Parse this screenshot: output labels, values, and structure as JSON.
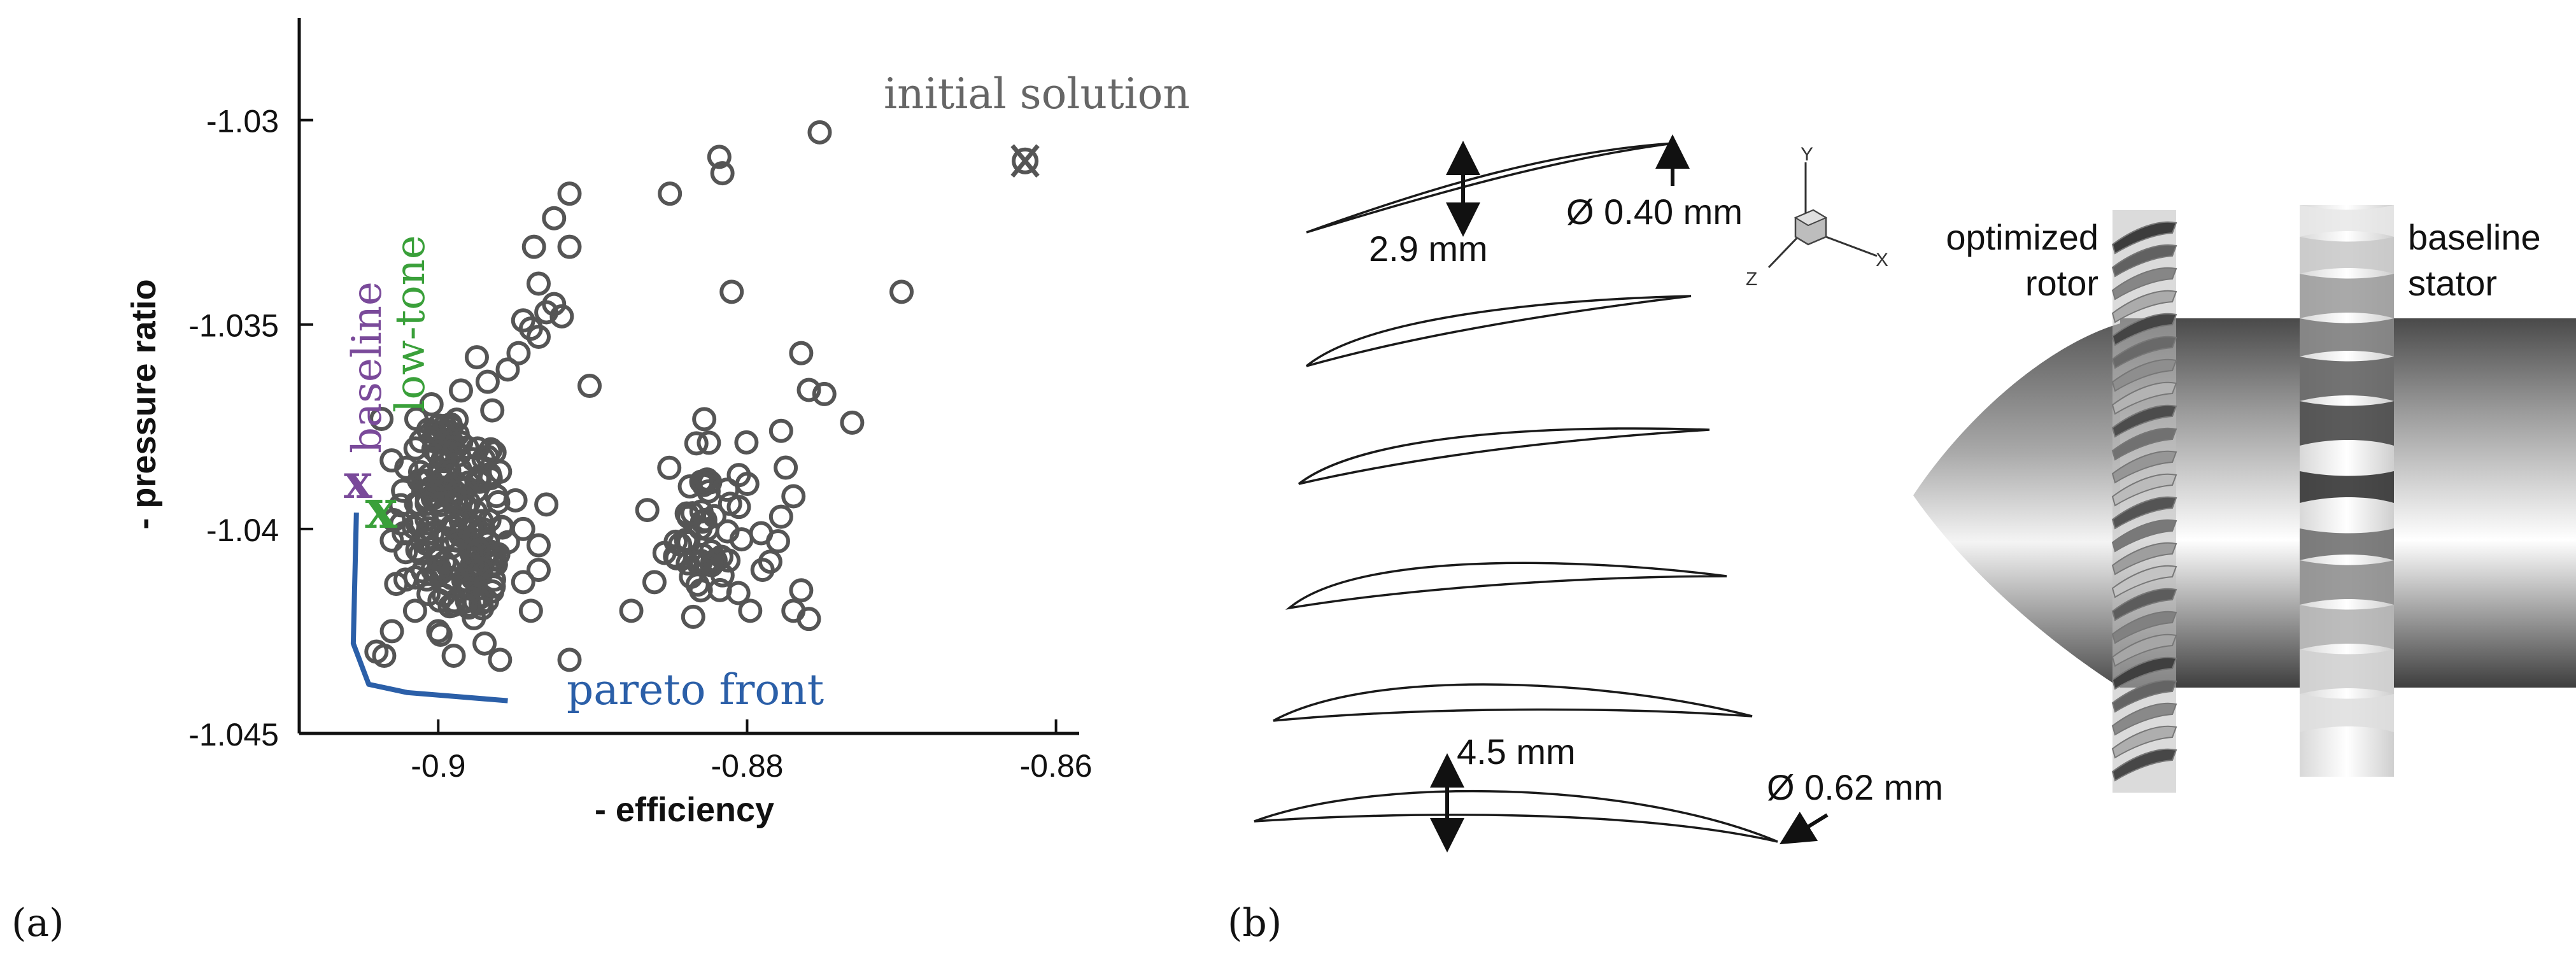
{
  "panel_a": {
    "label": "(a)",
    "xlabel": "- efficiency",
    "ylabel": "- pressure ratio",
    "annotations": {
      "initial_solution": "initial solution",
      "baseline": "baseline",
      "low_tone": "low-tone",
      "pareto_front": "pareto front",
      "baseline_marker": "x",
      "low_tone_marker": "x",
      "initial_marker": "x"
    },
    "colors": {
      "points": "#555555",
      "baseline": "#7a4a9a",
      "low_tone": "#3aa03a",
      "pareto": "#2b5fa8",
      "initial_label": "#666666"
    }
  },
  "chart_data": {
    "type": "scatter",
    "xlim": [
      -0.909,
      -0.8585
    ],
    "ylim": [
      -1.045,
      -1.0275
    ],
    "xticks": [
      -0.9,
      -0.88,
      -0.86
    ],
    "xtick_labels": [
      "-0.9",
      "-0.88",
      "-0.86"
    ],
    "yticks": [
      -1.03,
      -1.035,
      -1.04,
      -1.045
    ],
    "ytick_labels": [
      "-1.03",
      "-1.035",
      "-1.04",
      "-1.045"
    ],
    "xlabel": "- efficiency",
    "ylabel": "- pressure ratio",
    "grid": false,
    "series": [],
    "initial_solution": {
      "x": -0.862,
      "y": -1.031
    },
    "baseline": {
      "x": -0.9052,
      "y": -1.0389
    },
    "low_tone": {
      "x": -0.9037,
      "y": -1.0396
    },
    "pareto_front": [
      {
        "x": -0.9053,
        "y": -1.0396
      },
      {
        "x": -0.9055,
        "y": -1.0428
      },
      {
        "x": -0.9045,
        "y": -1.0438
      },
      {
        "x": -0.902,
        "y": -1.044
      },
      {
        "x": -0.8955,
        "y": -1.0442
      }
    ],
    "point_groups": [
      {
        "cx": -0.8993,
        "cy": -1.0397,
        "sx": 0.0018,
        "sy": 0.0011,
        "n": 120
      },
      {
        "cx": -0.8978,
        "cy": -1.041,
        "sx": 0.0013,
        "sy": 0.0007,
        "n": 50
      },
      {
        "cx": -0.8995,
        "cy": -1.038,
        "sx": 0.0012,
        "sy": 0.0006,
        "n": 30
      },
      {
        "cx": -0.8827,
        "cy": -1.0398,
        "sx": 0.0013,
        "sy": 0.0011,
        "n": 55
      }
    ],
    "points": [
      [
        -0.8975,
        -1.0358
      ],
      [
        -0.8968,
        -1.0364
      ],
      [
        -0.8965,
        -1.0371
      ],
      [
        -0.8955,
        -1.0361
      ],
      [
        -0.8948,
        -1.0357
      ],
      [
        -0.894,
        -1.0351
      ],
      [
        -0.8935,
        -1.0353
      ],
      [
        -0.893,
        -1.0347
      ],
      [
        -0.8925,
        -1.0345
      ],
      [
        -0.892,
        -1.0348
      ],
      [
        -0.8902,
        -1.0365
      ],
      [
        -0.8915,
        -1.0318
      ],
      [
        -0.8925,
        -1.0324
      ],
      [
        -0.8915,
        -1.0331
      ],
      [
        -0.8938,
        -1.0331
      ],
      [
        -0.8935,
        -1.034
      ],
      [
        -0.8945,
        -1.0349
      ],
      [
        -0.896,
        -1.0386
      ],
      [
        -0.895,
        -1.0393
      ],
      [
        -0.8945,
        -1.04
      ],
      [
        -0.893,
        -1.0394
      ],
      [
        -0.8935,
        -1.0404
      ],
      [
        -0.8945,
        -1.0413
      ],
      [
        -0.894,
        -1.042
      ],
      [
        -0.8935,
        -1.041
      ],
      [
        -0.896,
        -1.0432
      ],
      [
        -0.897,
        -1.0428
      ],
      [
        -0.899,
        -1.0431
      ],
      [
        -0.9,
        -1.0425
      ],
      [
        -0.9015,
        -1.042
      ],
      [
        -0.903,
        -1.0425
      ],
      [
        -0.9035,
        -1.0431
      ],
      [
        -0.904,
        -1.043
      ],
      [
        -0.8915,
        -1.0432
      ],
      [
        -0.885,
        -1.0318
      ],
      [
        -0.8818,
        -1.0309
      ],
      [
        -0.8816,
        -1.0313
      ],
      [
        -0.8753,
        -1.0303
      ],
      [
        -0.881,
        -1.0342
      ],
      [
        -0.87,
        -1.0342
      ],
      [
        -0.8765,
        -1.0357
      ],
      [
        -0.876,
        -1.0366
      ],
      [
        -0.875,
        -1.0367
      ],
      [
        -0.8732,
        -1.0374
      ],
      [
        -0.8778,
        -1.0376
      ],
      [
        -0.8775,
        -1.0385
      ],
      [
        -0.877,
        -1.0392
      ],
      [
        -0.8778,
        -1.0397
      ],
      [
        -0.878,
        -1.0403
      ],
      [
        -0.8785,
        -1.0408
      ],
      [
        -0.8765,
        -1.0415
      ],
      [
        -0.876,
        -1.0422
      ],
      [
        -0.877,
        -1.042
      ],
      [
        -0.8798,
        -1.042
      ],
      [
        -0.883,
        -1.0415
      ],
      [
        -0.886,
        -1.0413
      ],
      [
        -0.8875,
        -1.042
      ],
      [
        -0.879,
        -1.041
      ]
    ]
  },
  "panel_b": {
    "label": "(b)",
    "dim_top_thickness": "2.9 mm",
    "dim_top_diameter": "Ø 0.40 mm",
    "dim_bottom_thickness": "4.5 mm",
    "dim_bottom_diameter": "Ø 0.62 mm",
    "axis_y": "Y",
    "axis_x": "X",
    "axis_z": "Z",
    "rotor_label_line1": "optimized",
    "rotor_label_line2": "rotor",
    "stator_label_line1": "baseline",
    "stator_label_line2": "stator"
  }
}
